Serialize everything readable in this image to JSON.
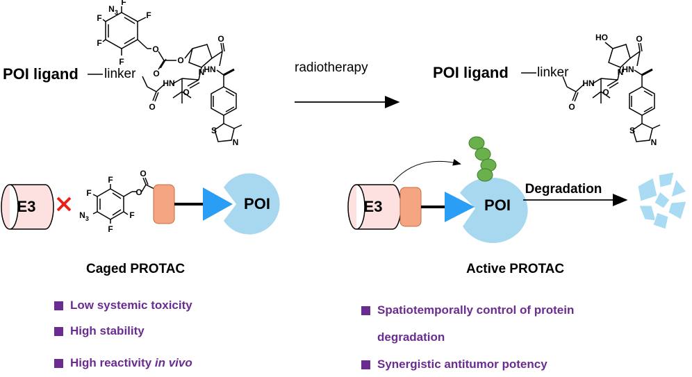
{
  "top_left": {
    "poi_ligand": "POI ligand",
    "linker": "linker"
  },
  "top_right": {
    "poi_ligand": "POI ligand",
    "linker": "linker"
  },
  "arrow_label": "radiotherapy",
  "atoms": {
    "n3": "N",
    "n3_sub": "3",
    "f": "F",
    "o": "O",
    "n": "N",
    "h": "H",
    "s": "S",
    "ho": "HO"
  },
  "caged": {
    "e3": "E3",
    "poi": "POI",
    "title": "Caged PROTAC",
    "bullets": [
      {
        "text": "Low  systemic toxicity",
        "italic": ""
      },
      {
        "text": "High stability",
        "italic": ""
      },
      {
        "text": "High reactivity ",
        "italic": "in vivo"
      }
    ]
  },
  "active": {
    "e3": "E3",
    "poi": "POI",
    "degradation": "Degradation",
    "title": "Active PROTAC",
    "bullets": [
      {
        "text": "Spatiotemporally control of protein"
      },
      {
        "text": "degradation",
        "continuation": true
      },
      {
        "text": "Synergistic antitumor potency"
      }
    ]
  },
  "colors": {
    "purple": "#6a2c91",
    "e3_fill": "#fde0e0",
    "linker_block": "#f4a582",
    "triangle": "#2a9df4",
    "poi_fill": "#a8d8f0",
    "ubiquitin": "#6ab04c",
    "fragment": "#a9dcf2",
    "cross": "#e8221b"
  }
}
